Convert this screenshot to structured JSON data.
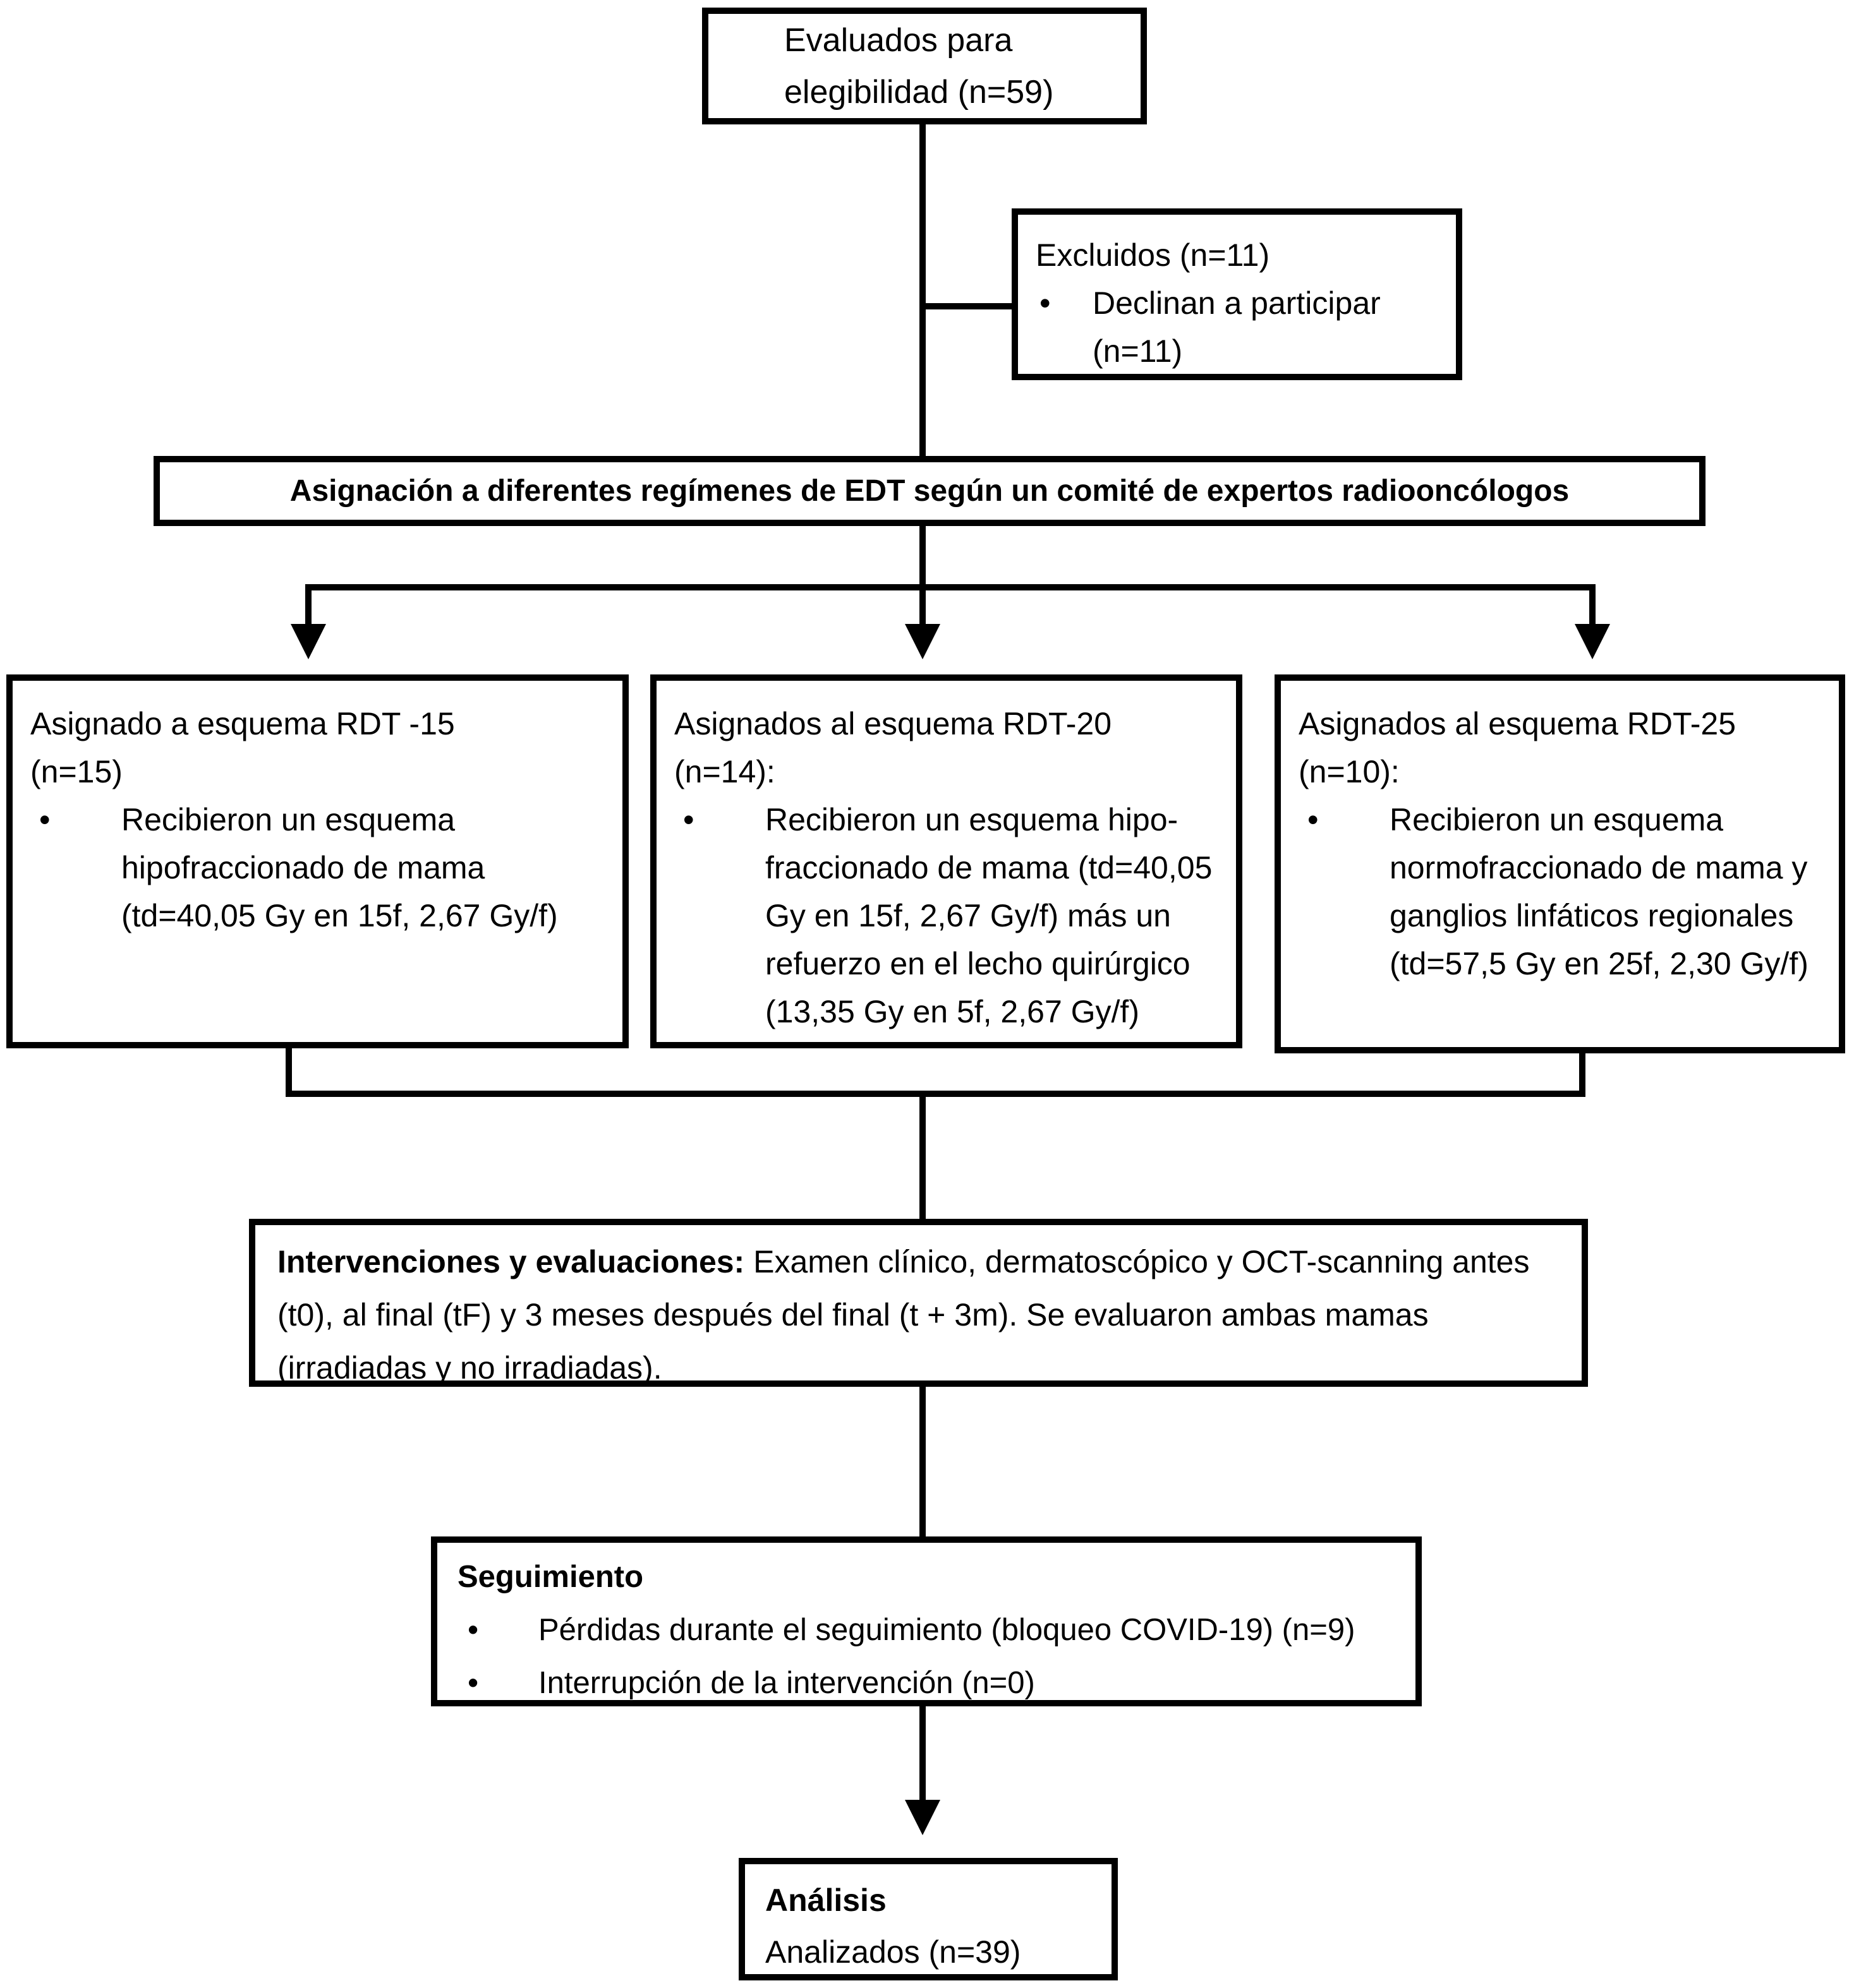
{
  "colors": {
    "ink": "#000000",
    "paper": "#ffffff"
  },
  "bullet_glyph": "•",
  "eligibility": {
    "line1": "Evaluados para",
    "line2": "elegibilidad (n=59)"
  },
  "excluded": {
    "title": "Excluidos (n=11)",
    "bullet": "Declinan a participar (n=11)"
  },
  "banner": {
    "text": "Asignación a diferentes regímenes de EDT según un comité de expertos radiooncólogos"
  },
  "rdt15": {
    "title": "Asignado a esquema RDT -15",
    "count": "(n=15)",
    "bullet": "Recibieron un esquema hipofraccionado de mama (td=40,05 Gy en 15f, 2,67 Gy/f)"
  },
  "rdt20": {
    "title": "Asignados al esquema RDT-20",
    "count": "(n=14):",
    "bullet": "Recibieron un esquema hipo-fraccionado de mama (td=40,05 Gy en 15f, 2,67 Gy/f) más un refuerzo en el lecho quirúrgico (13,35 Gy en 5f, 2,67 Gy/f)"
  },
  "rdt25": {
    "title": "Asignados al esquema RDT-25",
    "count": "(n=10):",
    "bullet": "Recibieron un esquema normofraccionado de mama y ganglios linfáticos regionales (td=57,5 Gy en 25f, 2,30 Gy/f)"
  },
  "interventions": {
    "lead": "Intervenciones y evaluaciones:",
    "rest": " Examen clínico, dermatoscópico y OCT-scanning antes (t0), al final (tF) y 3 meses después del final (t + 3m). Se evaluaron ambas mamas (irradiadas y no irradiadas)."
  },
  "followup": {
    "title": "Seguimiento",
    "bullets": [
      "Pérdidas durante el seguimiento (bloqueo COVID-19) (n=9)",
      "Interrupción de la intervención (n=0)"
    ]
  },
  "analysis": {
    "title": "Análisis",
    "text": "Analizados (n=39)"
  }
}
